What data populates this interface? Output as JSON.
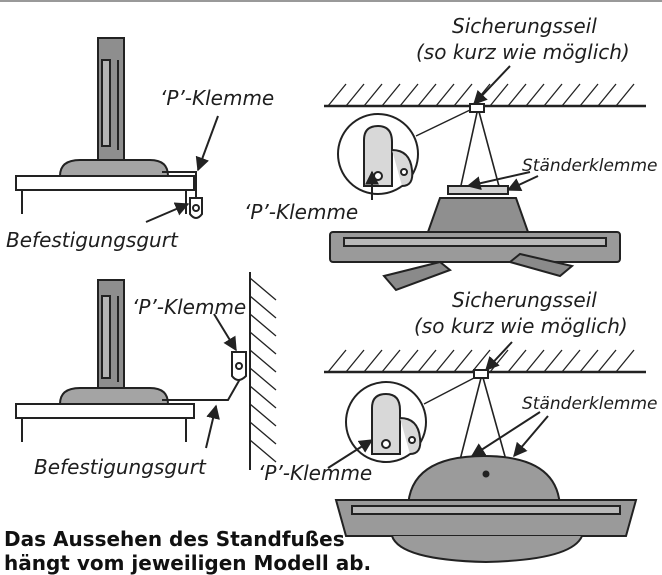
{
  "labels": {
    "p_clip_1": "‘P’-Klemme",
    "p_clip_2": "‘P’-Klemme",
    "p_clip_3": "‘P’-Klemme",
    "p_clip_4": "‘P’-Klemme",
    "strap_1": "Befestigungsgurt",
    "strap_2": "Befestigungsgurt",
    "safety_cord_1": "Sicherungsseil",
    "safety_cord_1_note": "(so kurz wie möglich)",
    "safety_cord_2": "Sicherungsseil",
    "safety_cord_2_note": "(so kurz wie möglich)",
    "stand_clamp_1": "Ständerklemme",
    "stand_clamp_2": "Ständerklemme"
  },
  "caption": {
    "line1": "Das Aussehen des Standfußes",
    "line2": "hängt vom jeweiligen Modell ab."
  },
  "colors": {
    "stroke": "#222222",
    "tv_fill": "#9a9a9a",
    "tv_dark": "#777777",
    "light": "#cfcfcf"
  }
}
